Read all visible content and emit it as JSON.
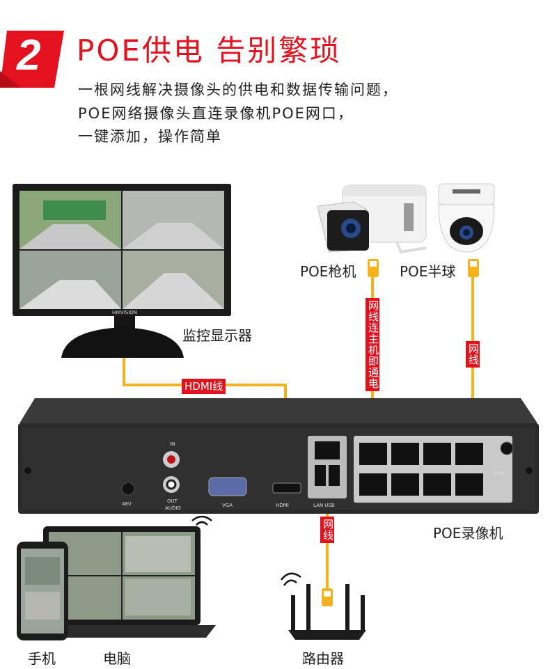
{
  "header": {
    "number": "2",
    "title": "POE供电  告别繁琐",
    "lines": [
      "一根网线解决摄像头的供电和数据传输问题，",
      "POE网络摄像头直连录像机POE网口，",
      "一键添加，操作简单"
    ]
  },
  "monitor": {
    "brand": "HIKVISION",
    "label": "监控显示器"
  },
  "cameras": {
    "bullet_label": "POE枪机",
    "dome_label": "POE半球"
  },
  "cables": {
    "hdmi": "HDMI线",
    "bullet_cable": "网线连主机即通电",
    "dome_cable": "网线",
    "router_cable": "网线"
  },
  "nvr": {
    "label": "POE录像机",
    "port_labels": {
      "in": "IN",
      "out": "OUT",
      "audio": "AUDIO",
      "vga": "VGA",
      "hdmi": "HDMI",
      "lan_usb": "LAN  USB",
      "power": "48V",
      "poe": "POE"
    }
  },
  "devices": {
    "phone": "手机",
    "laptop": "电脑",
    "router": "路由器"
  },
  "colors": {
    "accent": "#e3121e",
    "cable": "#f5b21a",
    "nvr_body": "#2b2b2b"
  }
}
